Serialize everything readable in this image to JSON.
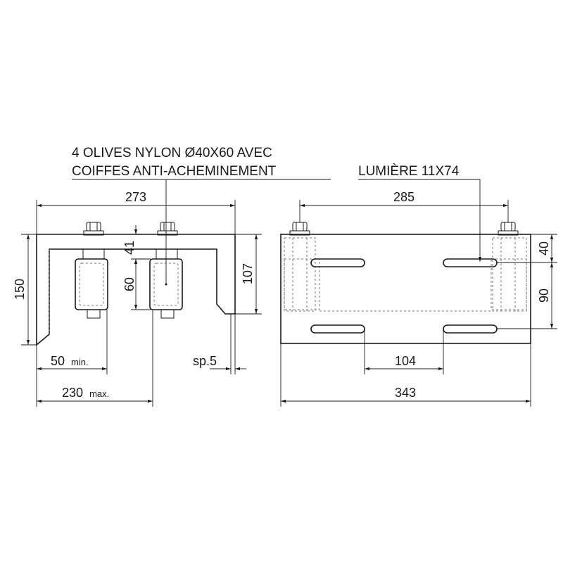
{
  "notes": {
    "olives_line1": "4 OLIVES NYLON Ø40X60 AVEC",
    "olives_line2": "COIFFES ANTI-ACHEMINEMENT",
    "slot": "LUMIÈRE 11X74"
  },
  "dims": {
    "width_front": "273",
    "height_total": "150",
    "offset_41": "41",
    "roller_60": "60",
    "height_107": "107",
    "min_50": "50",
    "min_suffix": "min.",
    "max_230": "230",
    "max_suffix": "max.",
    "thickness": "sp.5",
    "bolt_spacing": "285",
    "side_40": "40",
    "side_90": "90",
    "slot_spacing": "104",
    "length_343": "343"
  },
  "colors": {
    "line": "#1a1a1a",
    "hidden": "#777777"
  }
}
